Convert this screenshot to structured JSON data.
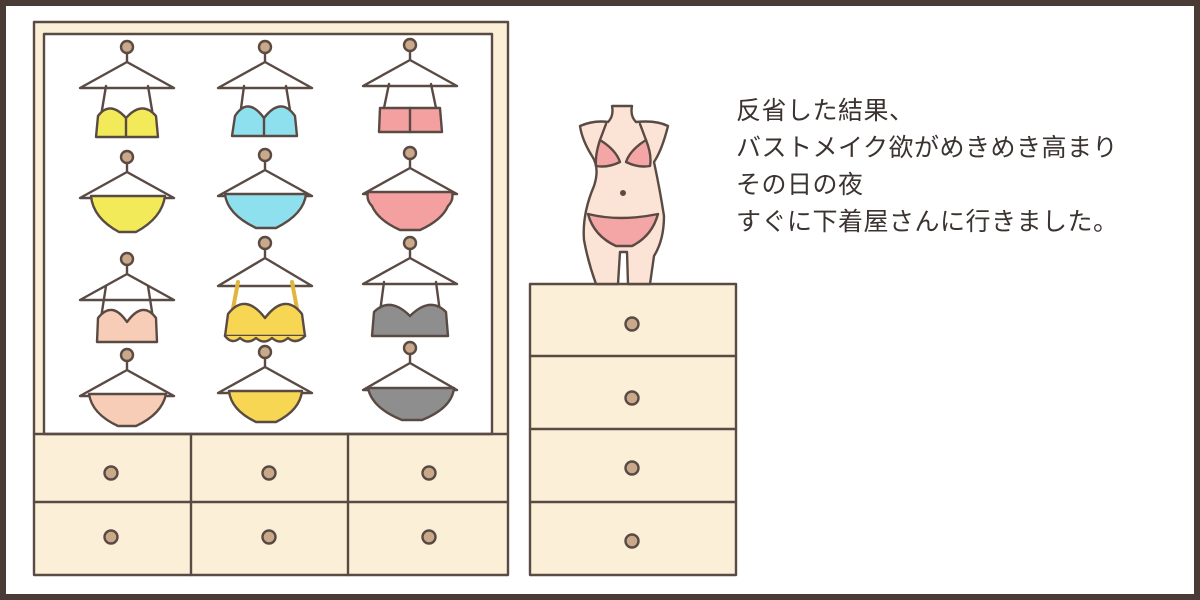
{
  "narration": {
    "lines": [
      "反省した結果、",
      "バストメイク欲がめきめき高まり",
      "その日の夜",
      "すぐに下着屋さんに行きました。"
    ]
  },
  "colors": {
    "frame": "#4a3b36",
    "line": "#5a4a44",
    "wood": "#fbefd8",
    "knob": "#c9a98a",
    "bra_yellow": "#f2ea58",
    "bra_blue": "#8fe0ee",
    "bra_pink": "#f4a0a0",
    "bra_nude": "#f7cdb7",
    "bra_gold": "#f6d653",
    "bra_gray": "#8e8e8e",
    "mannequin": "#fbe3d5",
    "mannequin_lingerie": "#f4a6a6"
  },
  "illustration": {
    "wardrobe": {
      "garments": [
        [
          "yellow-bra",
          "blue-bra",
          "pink-bra"
        ],
        [
          "yellow-panty",
          "blue-panty",
          "pink-panty"
        ],
        [
          "nude-bra",
          "gold-bra",
          "gray-bra"
        ],
        [
          "nude-panty",
          "gold-panty",
          "gray-panty"
        ]
      ]
    }
  }
}
